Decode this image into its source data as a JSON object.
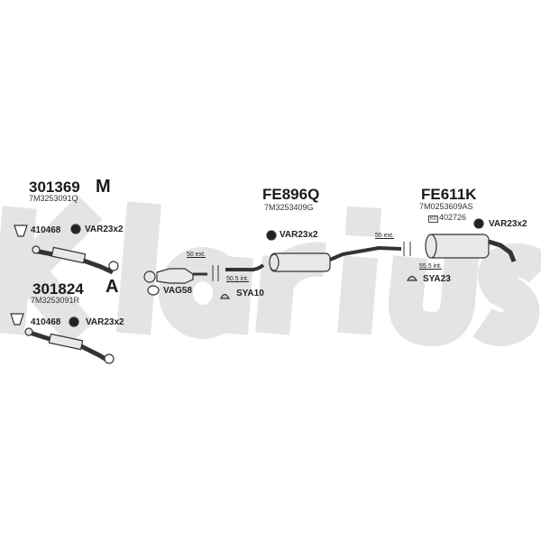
{
  "watermark": "Klarius",
  "colors": {
    "watermark": "#e4e4e4",
    "line": "#333333",
    "fill": "#e8e8e8"
  },
  "parts": {
    "p301369": {
      "number": "301369",
      "oe": "7M3253091Q",
      "gasket": "410468",
      "mount": "VAR23x2",
      "badge_icon": "manual-icon",
      "badge": "M"
    },
    "p301824": {
      "number": "301824",
      "oe": "7M3253091R",
      "gasket": "410468",
      "mount": "VAR23x2",
      "badge_icon": "automatic-icon",
      "badge": "A"
    },
    "cat": {
      "gasket": "VAG58"
    },
    "fe896q": {
      "number": "FE896Q",
      "oe": "7M3253409G",
      "mount": "VAR23x2",
      "clamp": "SYA10",
      "ext": "50 ext.",
      "int": "50.5 int."
    },
    "fe611k": {
      "number": "FE611K",
      "oe": "7M0253609AS",
      "kit_tag": "Kit",
      "kit": "402726",
      "mount": "VAR23x2",
      "clamp": "SYA23",
      "ext": "55 ext.",
      "int": "55.5 int."
    }
  }
}
